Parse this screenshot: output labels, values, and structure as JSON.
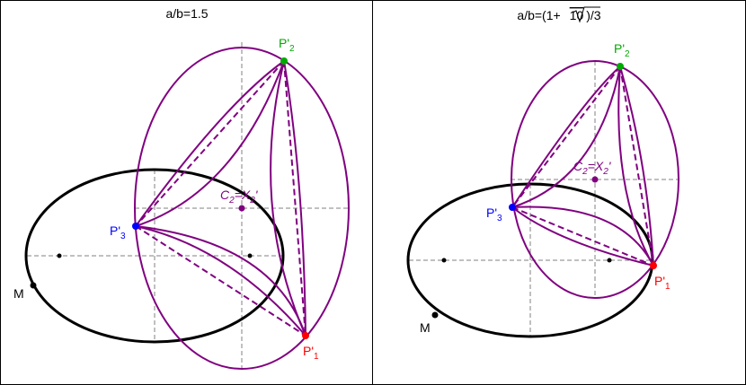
{
  "colors": {
    "ellipse": "#000000",
    "caustic": "#800080",
    "grid": "#808080",
    "p1": "#ff0000",
    "p2": "#00aa00",
    "p3": "#0000ff",
    "center": "#800080"
  },
  "panels": [
    {
      "title": "a/b=1.5",
      "labels": {
        "M": "M",
        "P1": "P'",
        "P1_sub": "1",
        "P2": "P'",
        "P2_sub": "2",
        "P3": "P'",
        "P3_sub": "3",
        "C2_main": "C",
        "C2_sub": "2",
        "C2_eq": "=X",
        "C2_sub2": "2",
        "C2_prime": "'"
      }
    },
    {
      "title_prefix": "a/b=(1+",
      "title_sqrt_arg": "10",
      "title_suffix": ")/3",
      "labels": {
        "M": "M",
        "P1": "P'",
        "P1_sub": "1",
        "P2": "P'",
        "P2_sub": "2",
        "P3": "P'",
        "P3_sub": "3",
        "C2_main": "C",
        "C2_sub": "2",
        "C2_eq": "=X",
        "C2_sub2": "2",
        "C2_prime": "'"
      }
    }
  ]
}
